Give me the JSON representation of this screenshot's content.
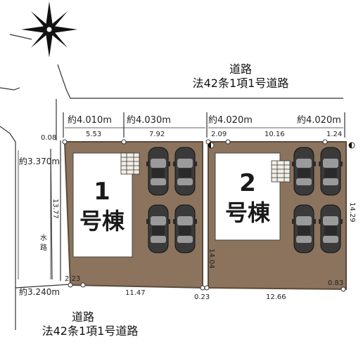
{
  "compass": {
    "icon": "north-star-compass-icon"
  },
  "roads": {
    "top": {
      "line1": "道路",
      "line2": "法42条1項1号道路"
    },
    "bottom": {
      "line1": "道路",
      "line2": "法42条1項1号道路"
    }
  },
  "frontage": {
    "a": "約4.010m",
    "b": "約4.030m",
    "c": "約4.020m",
    "d": "約4.020m",
    "left_top": "約3.370m",
    "left_bottom": "約3.240m"
  },
  "waterway": {
    "char1": "水",
    "char2": "路"
  },
  "dimensions": {
    "top_0_08": "0.08",
    "top_5_53": "5.53",
    "top_7_92": "7.92",
    "top_2_09": "2.09",
    "top_10_16": "10.16",
    "top_1_24": "1.24",
    "left_13_77": "13.77",
    "mid_14_04": "14.04",
    "right_14_29": "14.29",
    "bottom_2_23": "2.23",
    "bottom_11_47": "11.47",
    "bottom_0_23": "0.23",
    "bottom_12_66": "12.66",
    "bottom_0_83": "0.83"
  },
  "lots": [
    {
      "number": "1",
      "label": "号棟"
    },
    {
      "number": "2",
      "label": "号棟"
    }
  ],
  "colors": {
    "lot_fill": "#8b735d",
    "lot_border": "#5c4a3a",
    "house_fill": "#ffffff",
    "car_fill": "#3a3a3a",
    "line": "#333333"
  }
}
